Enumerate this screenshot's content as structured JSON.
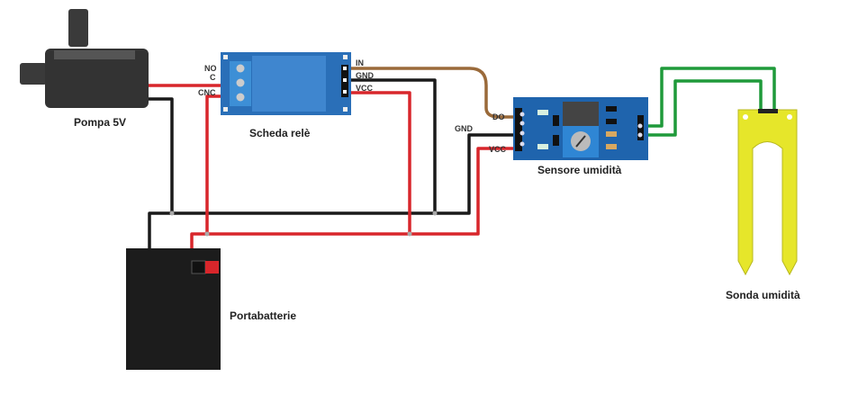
{
  "components": {
    "pump": {
      "label": "Pompa 5V"
    },
    "relay": {
      "label": "Scheda relè",
      "pins_left": [
        "NO",
        "C",
        "CNC"
      ],
      "pins_right": [
        "IN",
        "GND",
        "VCC"
      ]
    },
    "sensor": {
      "label": "Sensore umidità",
      "pins_left": [
        "DO",
        "GND",
        "VCC"
      ]
    },
    "probe": {
      "label": "Sonda umidità"
    },
    "battery": {
      "label": "Portabatterie"
    }
  },
  "colors": {
    "power_wire": "#d8262b",
    "ground_wire": "#1a1a1a",
    "signal_wire": "#9a6a3a",
    "probe_wire": "#1f9a3a",
    "relay_board": "#2a6fb8",
    "sensor_board": "#1f64ad",
    "probe": "#e6e62a",
    "battery": "#1c1c1c"
  }
}
